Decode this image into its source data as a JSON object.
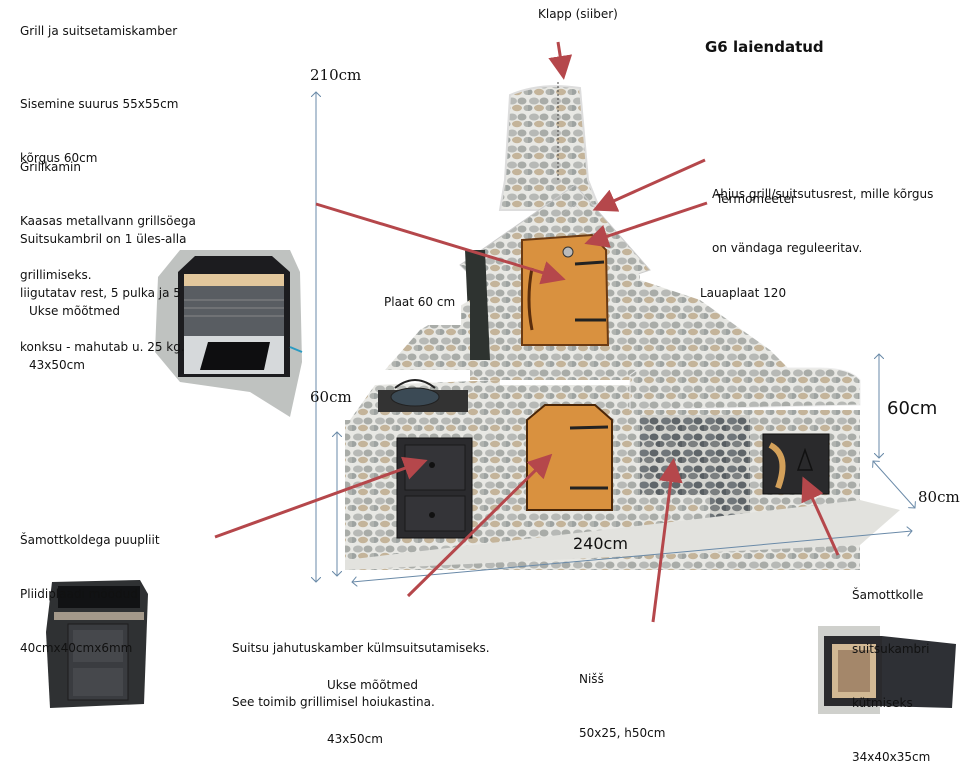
{
  "title": "G6 laiendatud",
  "colors": {
    "arrow_red": "#b5474b",
    "dim_line": "#6a8aa8",
    "stone": "#c9c9c4",
    "wood": "#d9913f",
    "iron": "#2b2b2e"
  },
  "labels": {
    "klapp": "Klapp (siiber)",
    "ahjus_grill": [
      "Ahjus grill/suitsutusrest, mille kõrgus",
      "on vändaga reguleeritav."
    ],
    "termomeeter": "Termomeeter",
    "plaat": "Plaat 60 cm",
    "lauaplaat": "Lauaplaat 120",
    "samottkoldega": [
      "Šamottkoldega puupliit",
      "Pliidiplaadi mõõdud",
      "40cmx40cmx6mm"
    ],
    "suitsu_jahutus": [
      "Suitsu jahutuskamber külmsuitsutamiseks.",
      "See toimib grillimisel hoiukastina."
    ],
    "ukse_bottom": [
      "Ukse mõõtmed",
      "43x50cm"
    ],
    "niss": [
      "Nišš",
      "50x25, h50cm"
    ],
    "samottkolle": [
      "Šamottkolle",
      "suitsukambri",
      "kütmiseks",
      "34x40x35cm"
    ]
  },
  "left_panel": {
    "grill_title": "Grill ja suitsetamiskamber",
    "size_lines": [
      "Sisemine suurus 55x55cm",
      "kõrgus 60cm"
    ],
    "grillkamin_lines": [
      "Grillkamin",
      "Kaasas metallvann grillsöega",
      "grillimiseks."
    ],
    "suitsukambril_lines": [
      "Suitsukambril on 1 üles-alla",
      "liigutatav rest, 5 pulka ja 5",
      "konksu - mahutab u. 25 kg."
    ],
    "ukse_lines": [
      "Ukse mõõtmed",
      "43x50cm"
    ]
  },
  "dimensions": {
    "height_total": "210cm",
    "height_left": "60cm",
    "height_right": "60cm",
    "depth": "80cm",
    "width": "240cm"
  },
  "icons": {
    "smoker_interior_photo": "smoker-chamber-photo",
    "stove_photo": "wood-stove-photo",
    "firebox_photo": "firebox-photo",
    "main_photo": "outdoor-grill-photo"
  }
}
